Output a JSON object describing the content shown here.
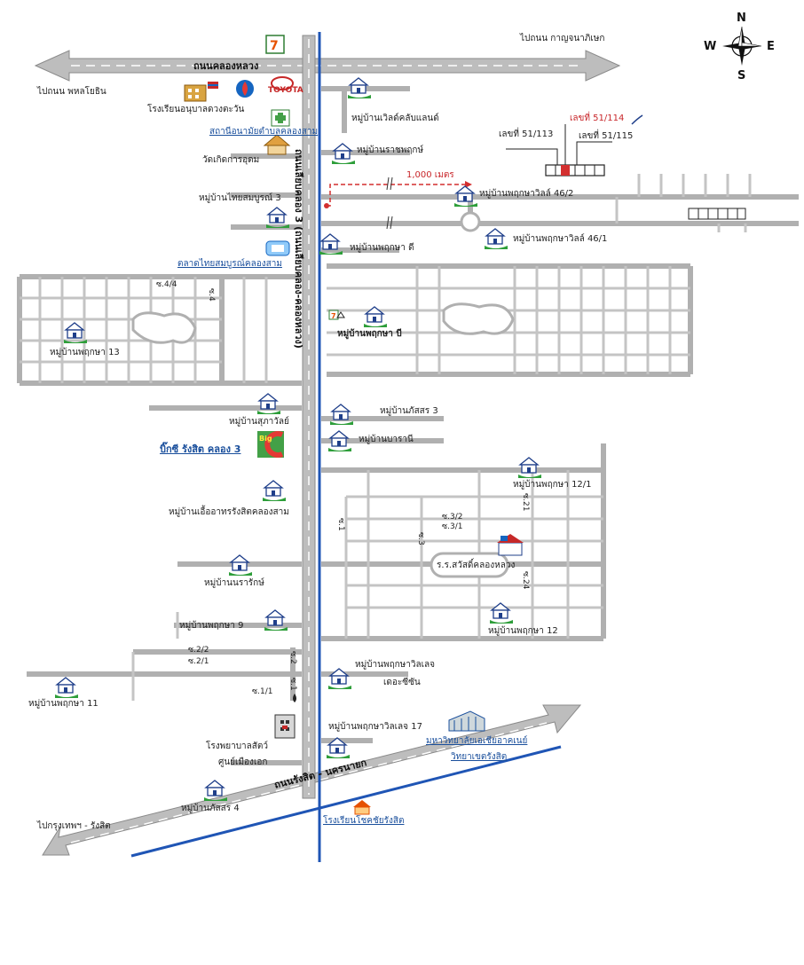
{
  "compass": {
    "n": "N",
    "s": "S",
    "e": "E",
    "w": "W"
  },
  "roads": {
    "khlong_luang": "ถนนคลองหลวง",
    "rangsit_nakhon_nayok": "ถนนรังสิต - นครนายก",
    "main_vertical": "ถนนเลียบคลอง 3 (ถนนเลียบคลอง-คลองหลวง)",
    "to_kanchanaphisek": "ไปถนน กาญจนาภิเษก",
    "to_phahonyothin": "ไปถนน พหลโยธิน",
    "to_bangkok_rangsit": "ไปกรุงเทพฯ - รังสิต"
  },
  "target": {
    "house_51_114": "เลขที่ 51/114",
    "house_51_113": "เลขที่ 51/113",
    "house_51_115": "เลขที่ 51/115",
    "distance": "1,000 เมตร"
  },
  "sois": {
    "s44": "ซ.4/4",
    "s4": "ซ.4",
    "s32": "ซ.3/2",
    "s31": "ซ.3/1",
    "s3": "ซ.3",
    "s1": "ซ.1",
    "s21": "ซ.21",
    "s24": "ซ.24",
    "s22": "ซ.2/2",
    "s21b": "ซ.2/1",
    "s2": "ซ.2",
    "s11": "ซ.1/1",
    "s1b": "ซ.1"
  },
  "places": {
    "school_anuban": "โรงเรียนอนุบาลดวงตะวัน",
    "health_station": "สถานีอนามัยตำบลคลองสาม",
    "temple": "วัดเกิดการอุดม",
    "market": "ตลาดไทยสมบูรณ์คลองสาม",
    "bigc": "บิ๊กซี รังสิต คลอง 3",
    "school_sawatdi": "ร.ร.สวัสดิ์คลองหลวง",
    "hospital": "โรงพยาบาลสัตว์",
    "hospital2": "ศูนย์เมืองเอก",
    "university": "มหาวิทยาลัยเอเชียอาคเนย์",
    "university2": "วิทยาเขตรังสิต",
    "school_rangsit": "โรงเรียนโชคชัยรังสิต",
    "toyota": "TOYOTA"
  },
  "villages": {
    "world_club": "หมู่บ้านเวิลด์คลับแลนด์",
    "ratchaphruek": "หมู่บ้านราชพฤกษ์",
    "thai_somboon3": "หมู่บ้านไทยสมบูรณ์ 3",
    "pruksa_ville_462": "หมู่บ้านพฤกษาวิลล์ 46/2",
    "pruksa_ville_461": "หมู่บ้านพฤกษาวิลล์ 46/1",
    "pruksa_d": "หมู่บ้านพฤกษา ดี",
    "pruksa_b": "หมู่บ้านพฤกษา บี",
    "pruksa13": "หมู่บ้านพฤกษา 13",
    "supawan": "หมู่บ้านสุภาวัลย์",
    "pattasorn3": "หมู่บ้านภัสสร 3",
    "barami": "หมู่บ้านบารานี",
    "pruksa121": "หมู่บ้านพฤกษา 12/1",
    "ua_athorn": "หมู่บ้านเอื้ออาทรรังสิตคลองสาม",
    "nararak": "หมู่บ้านนรารักษ์",
    "pruksa9": "หมู่บ้านพฤกษา 9",
    "pruksa12": "หมู่บ้านพฤกษา 12",
    "pruksa_village": "หมู่บ้านพฤกษาวิลเลจ",
    "pruksa_village_sub": "เดอะซีซัน",
    "pruksa11": "หมู่บ้านพฤกษา 11",
    "pruksa_village17": "หมู่บ้านพฤกษาวิลเลจ 17",
    "pattasorn4": "หมู่บ้านภัสสร 4"
  },
  "colors": {
    "road": "#bdbdbd",
    "road_dark": "#9e9e9e",
    "canal": "#1f55b5",
    "route": "#d32f2f",
    "village_green": "#2e9e3a",
    "target": "#d32f2f"
  }
}
